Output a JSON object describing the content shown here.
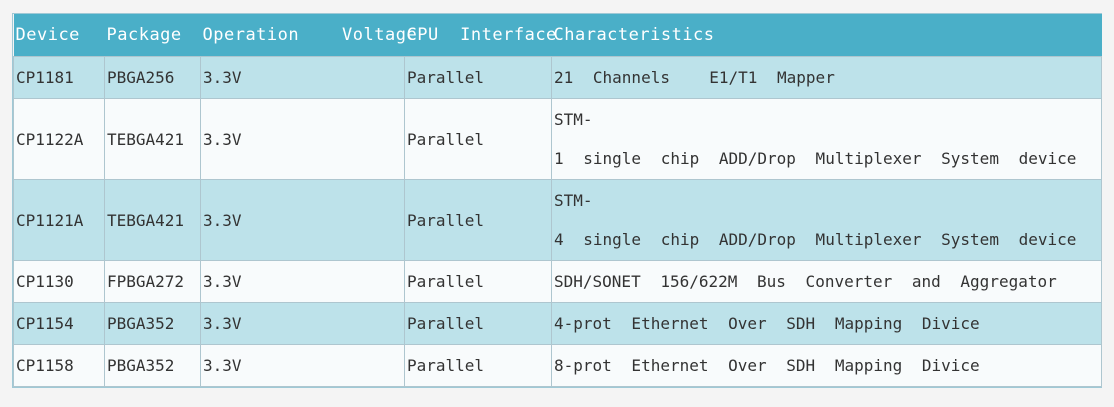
{
  "table": {
    "headers": {
      "device": "Device",
      "package": "Package",
      "operation": "Operation    Voltage",
      "cpu_interface": "CPU  Interface",
      "characteristics": "Characteristics"
    },
    "rows": [
      {
        "device": "CP1181",
        "package": "PBGA256",
        "voltage": "3.3V",
        "interface": "Parallel",
        "char": [
          "21 Channels  E1/T1 Mapper"
        ]
      },
      {
        "device": "CP1122A",
        "package": "TEBGA421",
        "voltage": "3.3V",
        "interface": "Parallel",
        "char": [
          "STM-",
          "1 single chip ADD/Drop Multiplexer System device"
        ]
      },
      {
        "device": "CP1121A",
        "package": "TEBGA421",
        "voltage": "3.3V",
        "interface": "Parallel",
        "char": [
          "STM-",
          "4 single chip ADD/Drop Multiplexer System device"
        ]
      },
      {
        "device": "CP1130",
        "package": "FPBGA272",
        "voltage": "3.3V",
        "interface": "Parallel",
        "char": [
          "SDH/SONET 156/622M Bus Converter and Aggregator"
        ]
      },
      {
        "device": "CP1154",
        "package": "PBGA352",
        "voltage": "3.3V",
        "interface": "Parallel",
        "char": [
          "4-prot Ethernet Over SDH Mapping Divice"
        ]
      },
      {
        "device": "CP1158",
        "package": "PBGA352",
        "voltage": "3.3V",
        "interface": "Parallel",
        "char": [
          "8-prot Ethernet Over SDH Mapping Divice"
        ]
      }
    ]
  }
}
